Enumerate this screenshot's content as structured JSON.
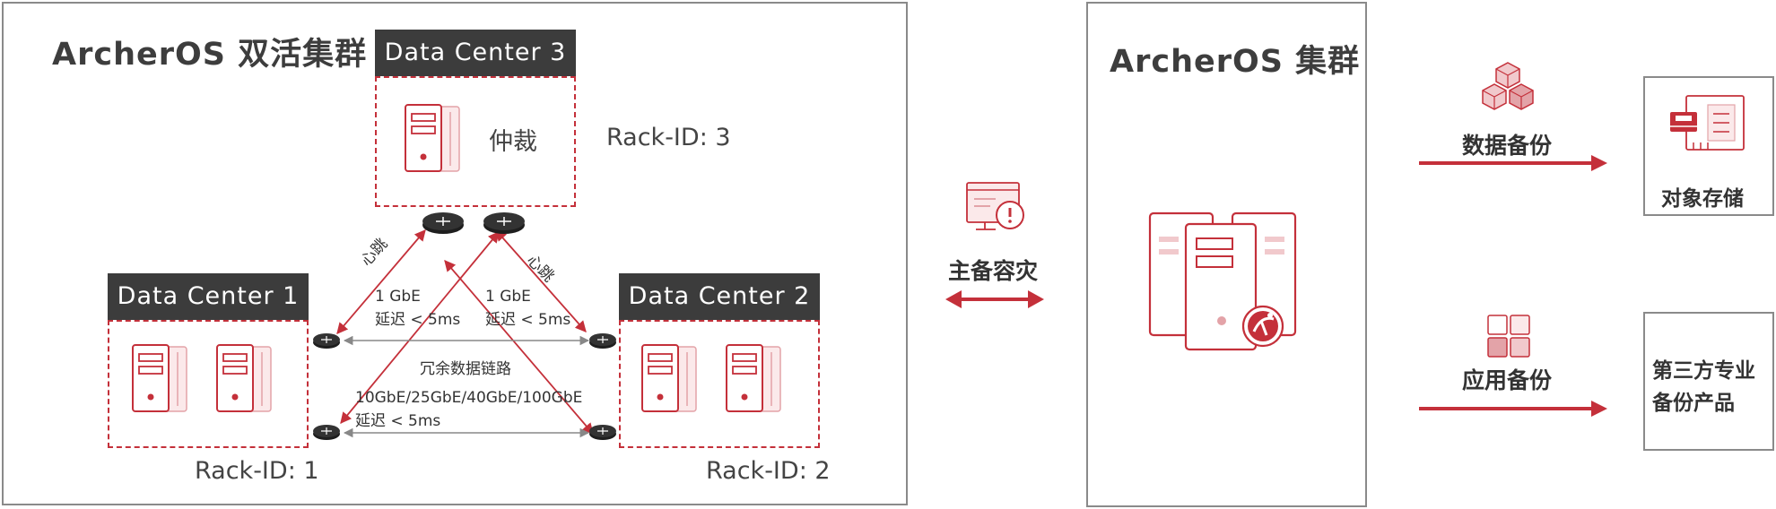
{
  "active_cluster": {
    "title": "ArcherOS 双活集群"
  },
  "dc3": {
    "header": "Data Center 3",
    "role": "仲裁",
    "rack": "Rack-ID: 3"
  },
  "dc1": {
    "header": "Data Center 1",
    "rack": "Rack-ID: 1"
  },
  "dc2": {
    "header": "Data Center 2",
    "rack": "Rack-ID: 2"
  },
  "links": {
    "heartbeat_left": "心跳",
    "heartbeat_right": "心跳",
    "left_speed": "1 GbE",
    "left_latency": "延迟 < 5ms",
    "right_speed": "1 GbE",
    "right_latency": "延迟 < 5ms",
    "redundant_title": "冗余数据链路",
    "redundant_speeds": "10GbE/25GbE/40GbE/100GbE",
    "redundant_latency": "延迟 < 5ms"
  },
  "dr": {
    "label": "主备容灾"
  },
  "cluster": {
    "title": "ArcherOS 集群"
  },
  "backup": {
    "data_label": "数据备份",
    "app_label": "应用备份"
  },
  "targets": {
    "object_storage": "对象存储",
    "third_party_line1": "第三方专业",
    "third_party_line2": "备份产品"
  },
  "colors": {
    "accent": "#c4303a",
    "dark": "#3c3c3c",
    "border": "#8a8a8a"
  },
  "icons": [
    "server-icon",
    "router-icon",
    "alert-monitor-icon",
    "cluster-server-icon",
    "cubes-icon",
    "app-grid-icon",
    "object-storage-icon"
  ]
}
